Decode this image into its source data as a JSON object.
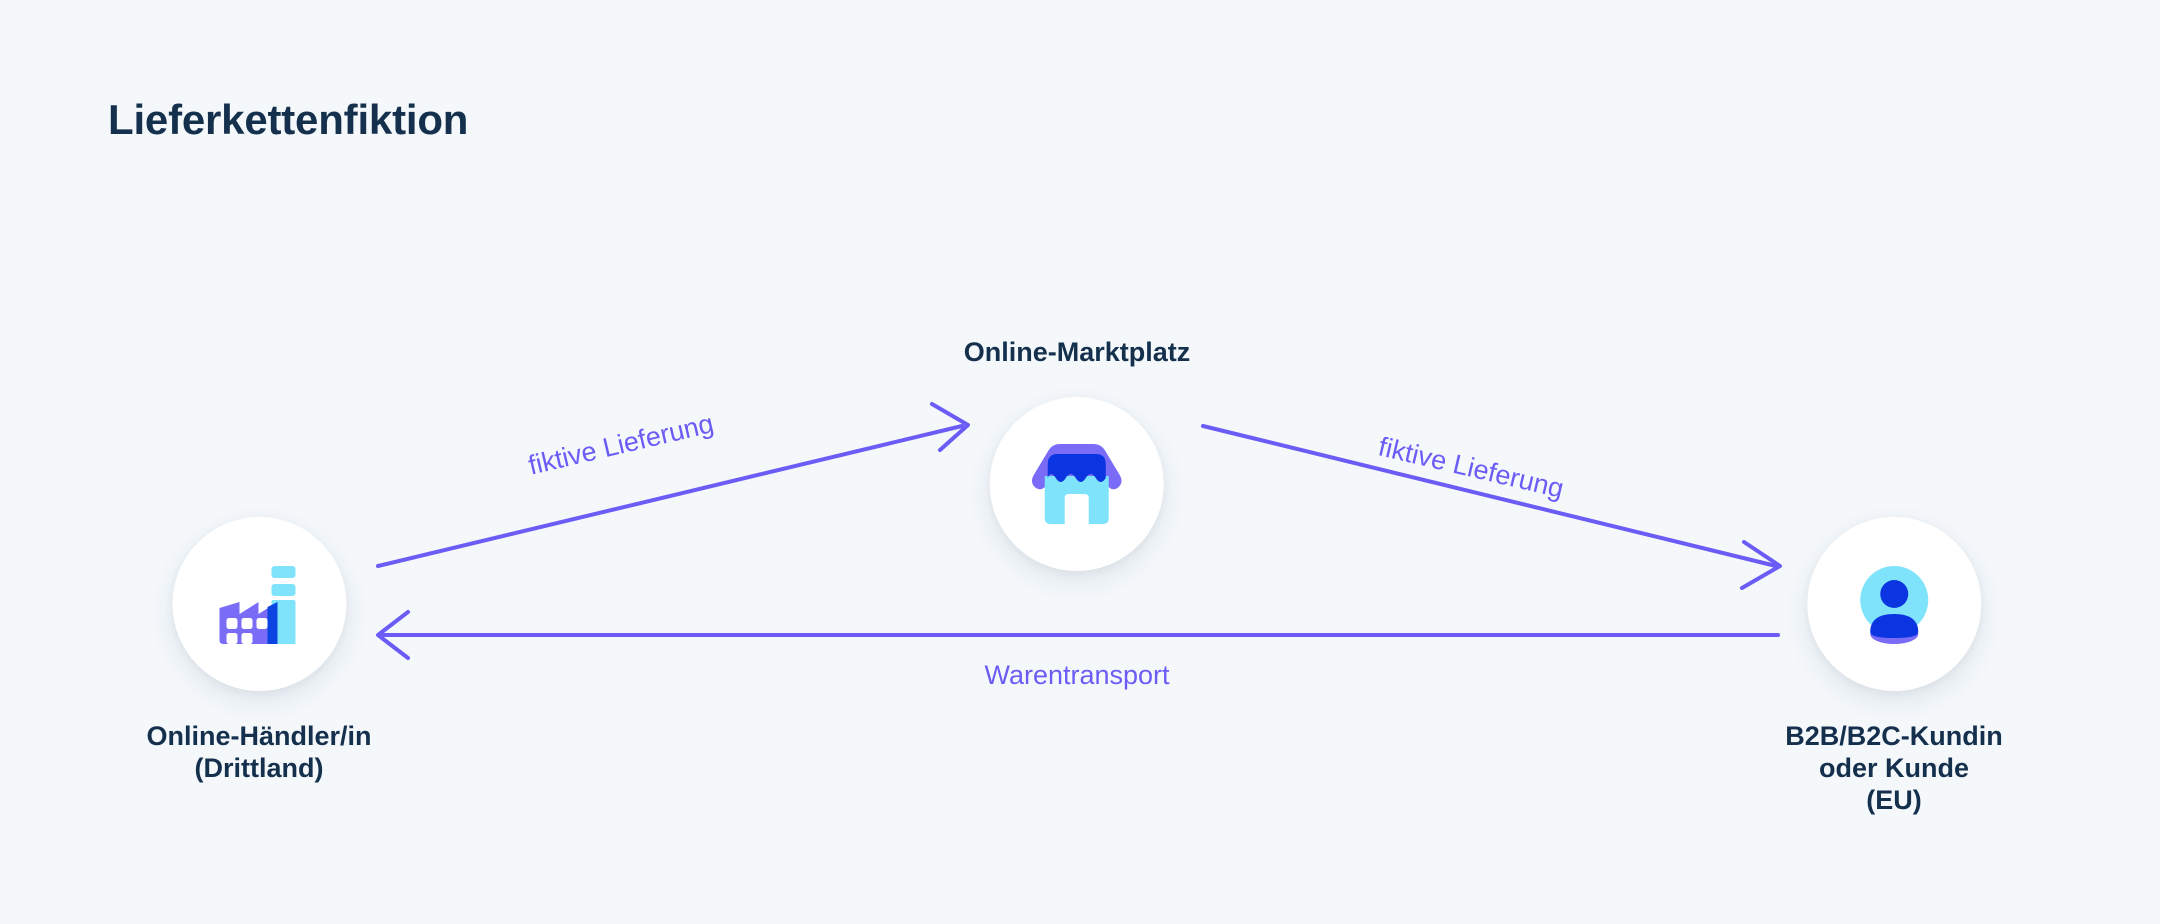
{
  "page": {
    "title": "Lieferkettenfiktion",
    "background_color": "#f4f8fb",
    "text_color": "#14304d",
    "accent_color": "#6a5cf5"
  },
  "diagram": {
    "type": "flow-diagram",
    "nodes": [
      {
        "id": "merchant",
        "icon": "factory-icon",
        "label_lines": [
          "Online-Händler/in",
          "(Drittland)"
        ],
        "label": "Online-Händler/in (Drittland)"
      },
      {
        "id": "marketplace",
        "icon": "storefront-icon",
        "label_lines": [
          "Online-Marktplatz"
        ],
        "label": "Online-Marktplatz"
      },
      {
        "id": "customer",
        "icon": "user-avatar-icon",
        "label_lines": [
          "B2B/B2C-Kundin",
          "oder Kunde",
          "(EU)"
        ],
        "label": "B2B/B2C-Kundin oder Kunde (EU)"
      }
    ],
    "edges": [
      {
        "id": "merchant-to-marketplace",
        "from": "merchant",
        "to": "marketplace",
        "label": "fiktive Lieferung",
        "color": "#6a5cf5",
        "direction": "forward"
      },
      {
        "id": "marketplace-to-customer",
        "from": "marketplace",
        "to": "customer",
        "label": "fiktive Lieferung",
        "color": "#6a5cf5",
        "direction": "forward"
      },
      {
        "id": "customer-to-merchant",
        "from": "customer",
        "to": "merchant",
        "label": "Warentransport",
        "color": "#6a5cf5",
        "direction": "forward"
      }
    ]
  },
  "icons": {
    "factory": {
      "name": "factory-icon",
      "building_color": "#7a6cf7",
      "side_color": "#0b44e0",
      "chimney_color": "#7fe4fb",
      "window_color": "#ffffff"
    },
    "storefront": {
      "name": "storefront-icon",
      "awning_outer_color": "#7a6cf7",
      "awning_inner_color": "#0b35e0",
      "body_color": "#7fe4fb"
    },
    "customer": {
      "name": "user-avatar-icon",
      "circle_color": "#7fe4fb",
      "person_color": "#0b35e0",
      "base_color": "#7a6cf7"
    }
  }
}
